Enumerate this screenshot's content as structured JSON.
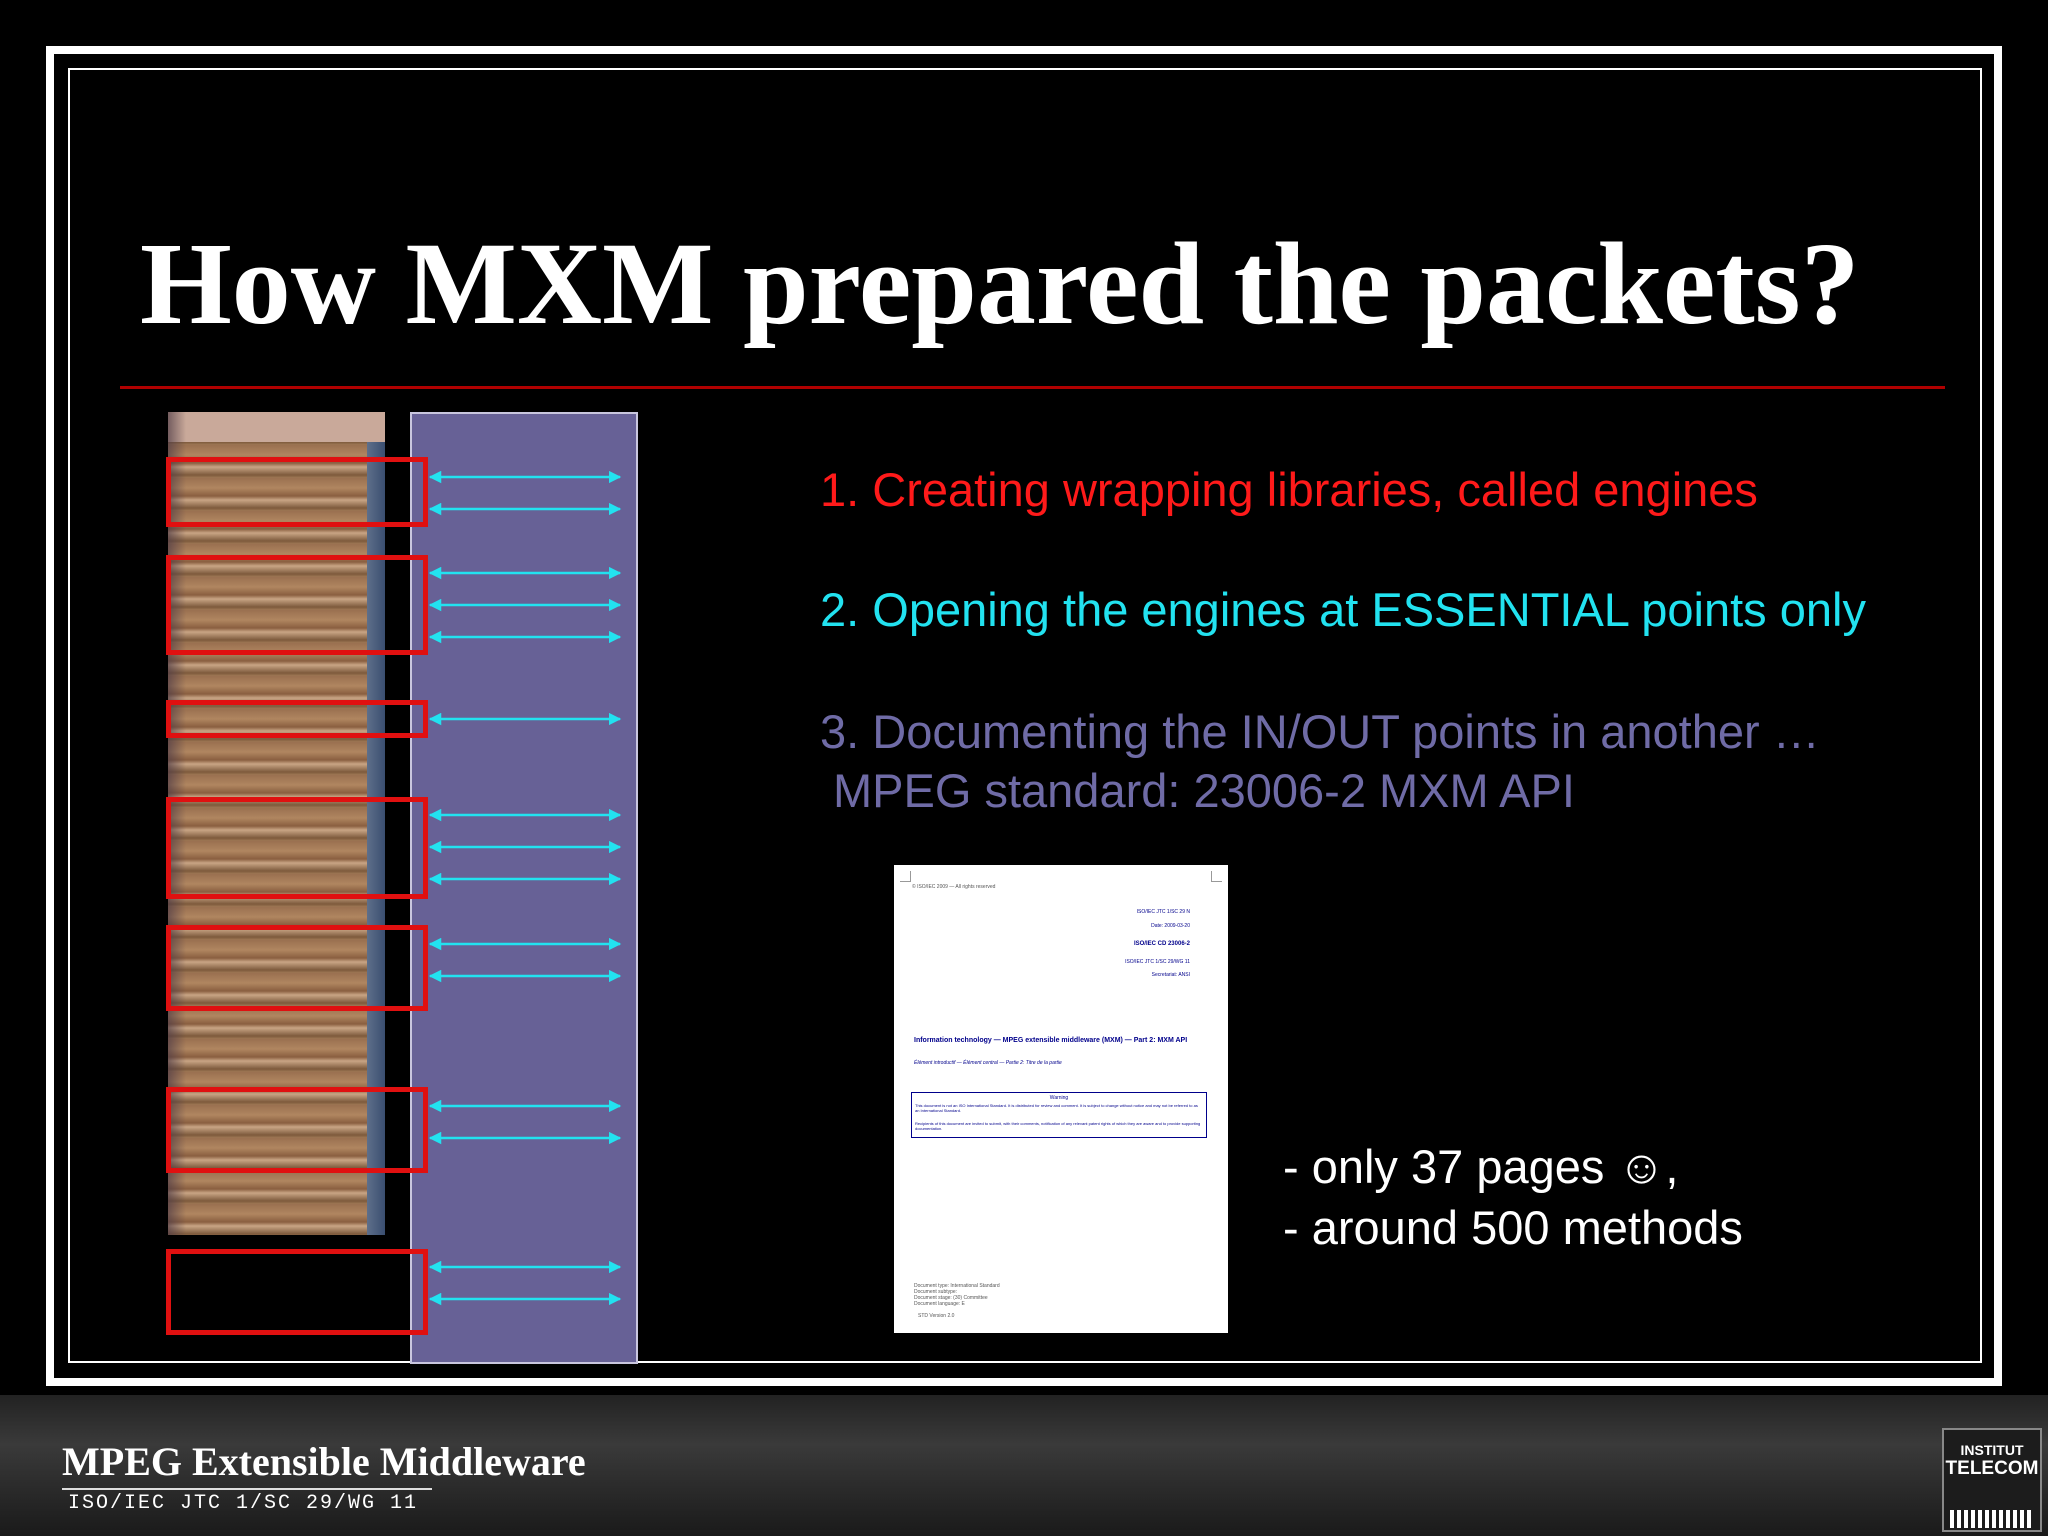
{
  "slide": {
    "title": "How MXM prepared the packets?",
    "items": [
      {
        "text": "1. Creating wrapping libraries, called engines",
        "color": "#ff1a1a"
      },
      {
        "text": "2. Opening the engines at ESSENTIAL points only",
        "color": "#22e2f0"
      },
      {
        "text": "3. Documenting the IN/OUT points in another …",
        "color": "#6f6ba6"
      },
      {
        "text": " MPEG standard: 23006-2 MXM API",
        "color": "#6f6ba6"
      }
    ],
    "notes": [
      "- only 37 pages ☺,",
      "- around 500 methods"
    ]
  },
  "document_thumbnail": {
    "copyright": "© ISO/IEC 2009 — All rights reserved",
    "ref": "ISO/IEC JTC 1/SC 29 N",
    "date": "Date:   2009-03-20",
    "code": "ISO/IEC CD 23006-2",
    "wg": "ISO/IEC JTC 1/SC 29/WG 11",
    "secretariat": "Secretariat:   ANSI",
    "doc_title": "Information technology — MPEG extensible middleware (MXM) — Part 2: MXM API",
    "doc_subtitle": "Élément introductif — Élément central — Partie 2: Titre de la partie",
    "warning_label": "Warning",
    "warning_text1": "This document is not an ISO International Standard. It is distributed for review and comment. It is subject to change without notice and may not be referred to as an International Standard.",
    "warning_text2": "Recipients of this document are invited to submit, with their comments, notification of any relevant patent rights of which they are aware and to provide supporting documentation.",
    "meta1": "Document type:   International Standard",
    "meta2": "Document subtype:",
    "meta3": "Document stage:   (30) Committee",
    "meta4": "Document language:   E",
    "version": "STD Version 2.0"
  },
  "footer": {
    "title": "MPEG Extensible Middleware",
    "subtitle": "ISO/IEC JTC 1/SC 29/WG 11",
    "logo_top": "INSTITUT",
    "logo_main": "TELECOM"
  }
}
